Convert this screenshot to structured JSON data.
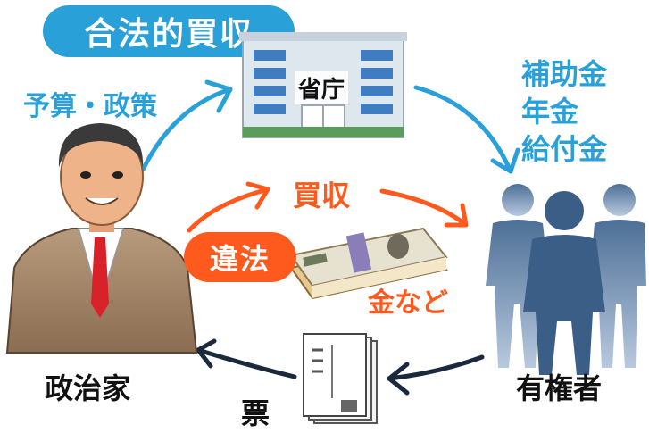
{
  "title": "合法的買収",
  "labels": {
    "budget_policy": "予算・政策",
    "ministry": "省庁",
    "benefits": [
      "補助金",
      "年金",
      "給付金"
    ],
    "bribery": "買収",
    "illegal": "違法",
    "money_etc": "金など",
    "politician": "政治家",
    "voters": "有権者",
    "votes": "票"
  },
  "colors": {
    "blue": "#2aa0d8",
    "orange": "#ff5a1e",
    "navy": "#1a2a3c",
    "voter": "#5d7fa6",
    "dark_text": "#111111"
  }
}
